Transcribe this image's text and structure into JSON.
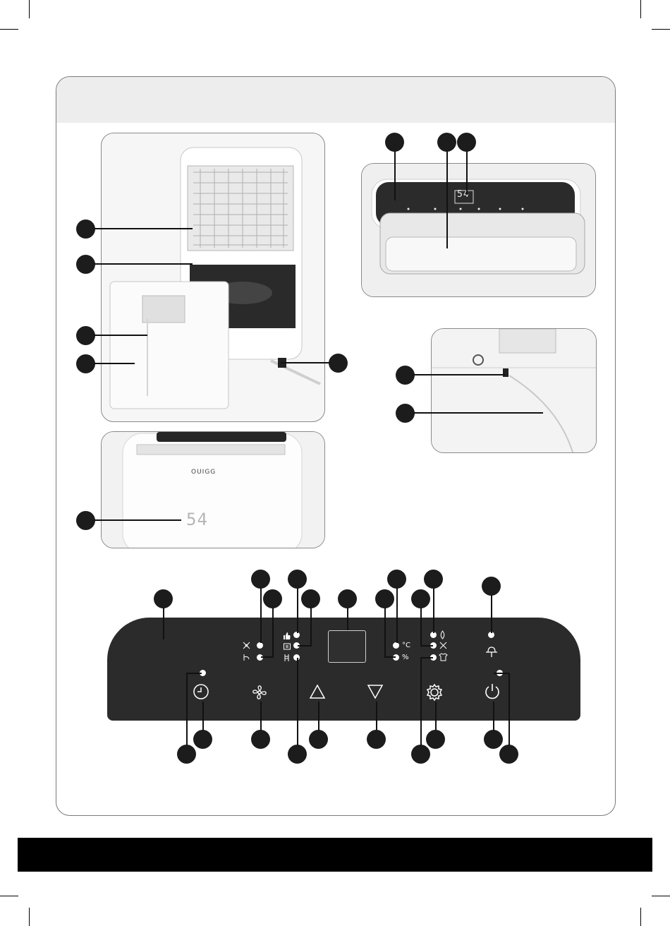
{
  "photo_device": {
    "logo": "OUIGG",
    "display": "54"
  },
  "photo_top": {
    "display": "54"
  },
  "panel": {
    "unit_celsius": "°C",
    "unit_percent": "%"
  },
  "colors": {
    "panel": "#2b2b2b",
    "callout": "#1c1c1c",
    "frame_header": "#ededed",
    "footer": "#000000"
  },
  "icons": [
    "fan-icon",
    "fan-low-icon",
    "thumb-up-icon",
    "dry-mode-icon",
    "continuous-drain-icon",
    "droplet-icon",
    "fan-high-icon",
    "clothes-icon",
    "tank-icon",
    "timer-icon",
    "fan-speed-icon",
    "up-arrow-icon",
    "down-arrow-icon",
    "mode-icon",
    "power-icon"
  ]
}
